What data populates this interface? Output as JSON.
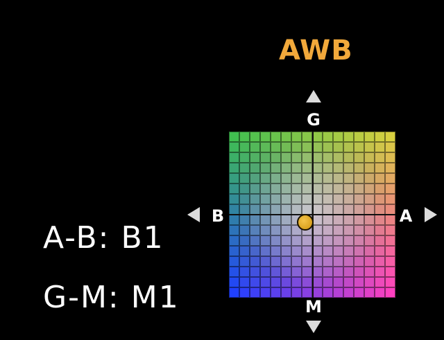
{
  "mode_title": "AWB",
  "axis_labels": {
    "top": "G",
    "bottom": "M",
    "left": "B",
    "right": "A"
  },
  "readouts": {
    "ab": "A-B: B1",
    "gm": "G-M: M1"
  },
  "shift": {
    "ab_value": -1,
    "gm_value": -1,
    "range_min": -8,
    "range_max": 8
  },
  "icons": {
    "up": "triangle-up-icon",
    "down": "triangle-down-icon",
    "left": "triangle-left-icon",
    "right": "triangle-right-icon"
  },
  "colors": {
    "title": "#f2a93b",
    "cursor": "#d9a220",
    "grid_top_left": "#40c050",
    "grid_top_right": "#d8d040",
    "grid_bottom_left": "#2040ff",
    "grid_bottom_right": "#ff40c0"
  }
}
